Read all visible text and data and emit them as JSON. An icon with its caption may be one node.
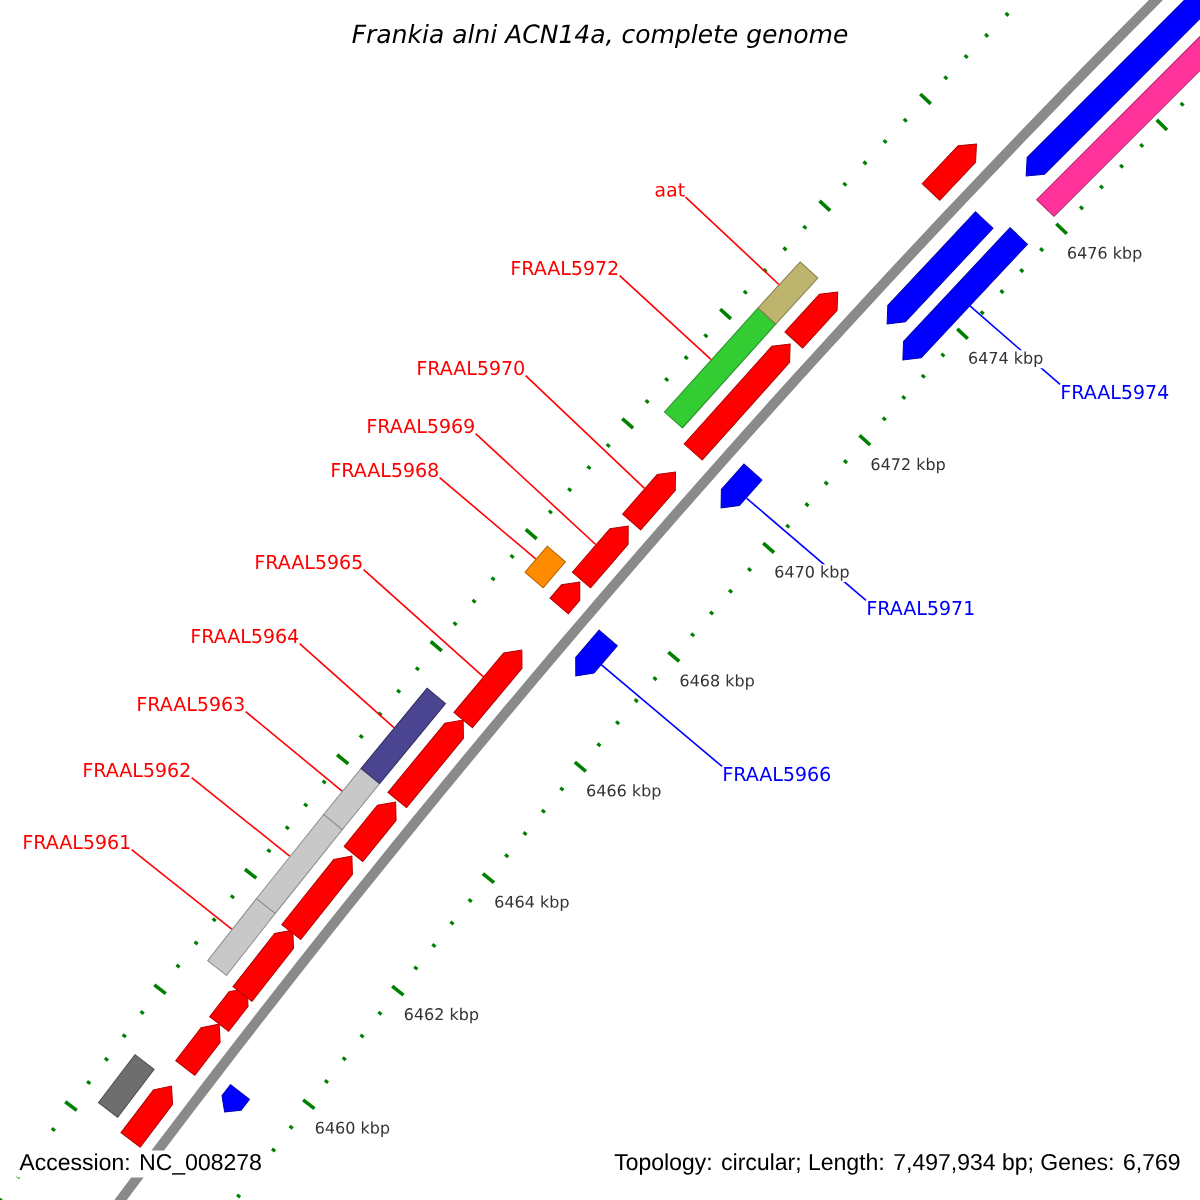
{
  "diagram": {
    "title": "Frankia alni ACN14a, complete genome",
    "nodes": [
      {
        "text": [
          "aat"
        ]
      },
      {
        "text": [
          "FRAAL5972"
        ]
      },
      {
        "text": [
          "FRAAL5970"
        ]
      },
      {
        "text": [
          "FRAAL5969"
        ]
      },
      {
        "text": [
          "FRAAL5968"
        ]
      },
      {
        "text": [
          "FRAAL5965"
        ]
      },
      {
        "text": [
          "FRAAL5964"
        ]
      },
      {
        "text": [
          "FRAAL5963"
        ]
      },
      {
        "text": [
          "FRAAL5962"
        ]
      },
      {
        "text": [
          "FRAAL5961"
        ]
      },
      {
        "text": [
          "FRAAL5974"
        ]
      },
      {
        "text": [
          "FRAAL5971"
        ]
      },
      {
        "text": [
          "FRAAL5966"
        ]
      },
      {
        "text": [],
        "shape": "bar"
      },
      {
        "text": [],
        "shape": "pentagon"
      },
      {
        "text": [],
        "shape": "pentagon"
      },
      {
        "text": [],
        "shape": "bar"
      },
      {
        "text": [],
        "shape": "pentagon"
      },
      {
        "text": [],
        "shape": "pentagon"
      },
      {
        "text": [],
        "shape": "pentagon"
      },
      {
        "text": [],
        "shape": "bar"
      },
      {
        "text": [],
        "shape": "pentagon"
      },
      {
        "text": [],
        "shape": "bar"
      },
      {
        "text": [],
        "shape": "pentagon"
      },
      {
        "text": [],
        "shape": "bar"
      },
      {
        "text": [],
        "shape": "pentagon"
      },
      {
        "text": [],
        "shape": "pentagon"
      },
      {
        "text": [],
        "shape": "bar"
      },
      {
        "text": [],
        "shape": "pentagon"
      },
      {
        "text": [],
        "shape": "pentagon"
      },
      {
        "text": [],
        "shape": "pentagon"
      },
      {
        "text": [],
        "shape": "pentagon"
      },
      {
        "text": [],
        "shape": "bar"
      },
      {
        "text": [],
        "shape": "pentagon"
      },
      {
        "text": [],
        "shape": "pentagon"
      },
      {
        "text": [],
        "shape": "bar"
      },
      {
        "text": [],
        "shape": "pentagon"
      },
      {
        "text": [],
        "shape": "pentagon"
      },
      {
        "text": [],
        "shape": "pentagon"
      },
      {
        "text": [],
        "shape": "pentagon"
      },
      {
        "text": [],
        "shape": "pentagon"
      },
      {
        "text": [],
        "shape": "bar"
      }
    ],
    "edges": [
      {
        "from": 0,
        "to": 35,
        "arrow": "none"
      },
      {
        "from": 1,
        "to": 32,
        "arrow": "none"
      },
      {
        "from": 2,
        "to": 31,
        "arrow": "none"
      },
      {
        "from": 3,
        "to": 30,
        "arrow": "none"
      },
      {
        "from": 4,
        "to": 27,
        "arrow": "none"
      },
      {
        "from": 5,
        "to": 26,
        "arrow": "none"
      },
      {
        "from": 6,
        "to": 24,
        "arrow": "none"
      },
      {
        "from": 7,
        "to": 22,
        "arrow": "none"
      },
      {
        "from": 8,
        "to": 20,
        "arrow": "none"
      },
      {
        "from": 9,
        "to": 16,
        "arrow": "none"
      },
      {
        "from": 10,
        "to": 38,
        "arrow": "none",
        "color": "#0000ff"
      },
      {
        "from": 11,
        "to": 34,
        "arrow": "none",
        "color": "#0000ff"
      },
      {
        "from": 12,
        "to": 29,
        "arrow": "none",
        "color": "#0000ff"
      }
    ],
    "labels": [
      "6460 kbp",
      "6462 kbp",
      "6464 kbp",
      "6466 kbp",
      "6468 kbp",
      "6470 kbp",
      "6472 kbp",
      "6474 kbp",
      "6476 kbp",
      "Accession: NC_008278",
      "Topology: circular; Length: 7,497,934 bp; Genes: 6,769"
    ]
  }
}
